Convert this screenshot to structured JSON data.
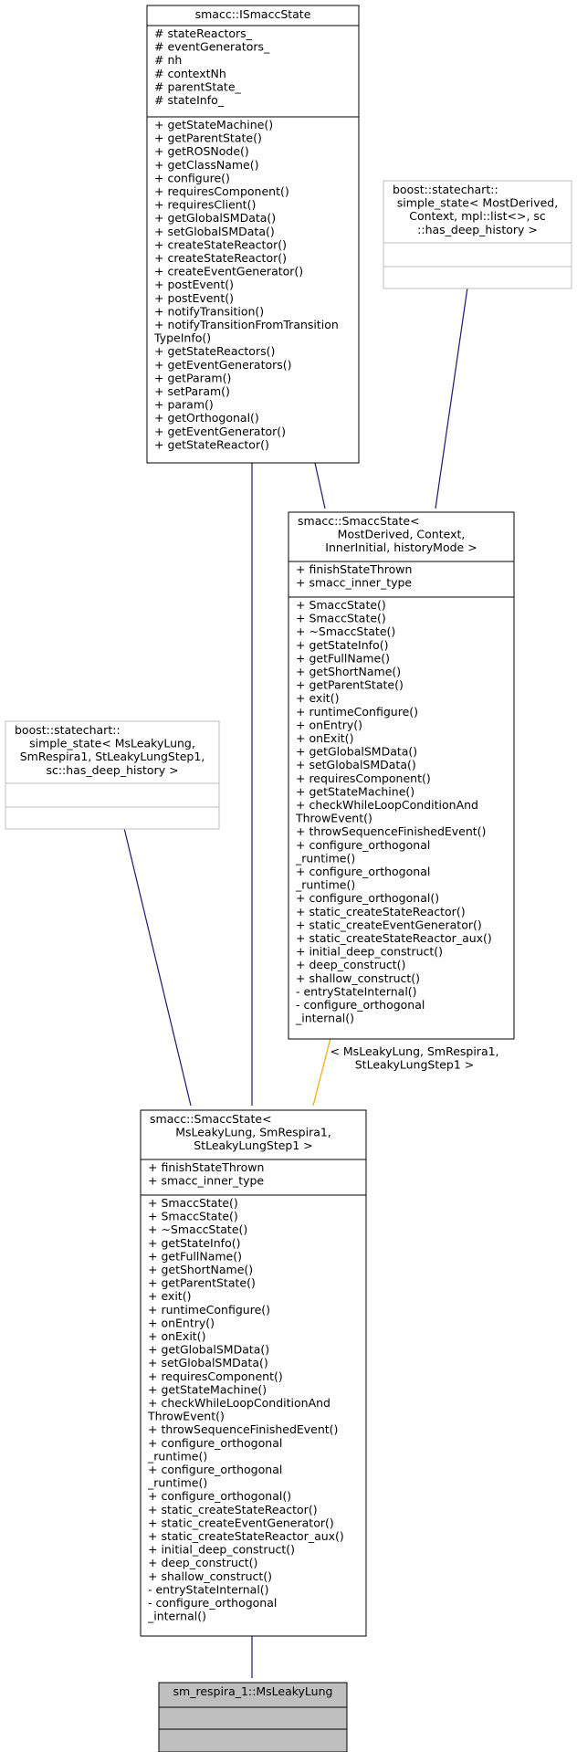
{
  "classes": {
    "ismacc_state": {
      "title": [
        "smacc::ISmaccState"
      ],
      "attributes": [
        "# stateReactors_",
        "# eventGenerators_",
        "# nh",
        "# contextNh",
        "# parentState_",
        "# stateInfo_"
      ],
      "methods": [
        "+ getStateMachine()",
        "+ getParentState()",
        "+ getROSNode()",
        "+ getClassName()",
        "+ configure()",
        "+ requiresComponent()",
        "+ requiresClient()",
        "+ getGlobalSMData()",
        "+ setGlobalSMData()",
        "+ createStateReactor()",
        "+ createStateReactor()",
        "+ createEventGenerator()",
        "+ postEvent()",
        "+ postEvent()",
        "+ notifyTransition()",
        "+ notifyTransitionFromTransition",
        "TypeInfo()",
        "+ getStateReactors()",
        "+ getEventGenerators()",
        "+ getParam()",
        "+ setParam()",
        "+ param()",
        "+ getOrthogonal()",
        "+ getEventGenerator()",
        "+ getStateReactor()"
      ]
    },
    "boost_simple_state_generic": {
      "title": [
        "boost::statechart::",
        "simple_state< MostDerived,",
        "Context, mpl::list<>, sc",
        "::has_deep_history >"
      ],
      "attributes": [],
      "methods": []
    },
    "smacc_state_template": {
      "title": [
        "smacc::SmaccState<",
        "MostDerived, Context,",
        "InnerInitial, historyMode >"
      ],
      "attributes": [
        "+ finishStateThrown",
        "+ smacc_inner_type"
      ],
      "methods": [
        "+ SmaccState()",
        "+ SmaccState()",
        "+ ~SmaccState()",
        "+ getStateInfo()",
        "+ getFullName()",
        "+ getShortName()",
        "+ getParentState()",
        "+ exit()",
        "+ runtimeConfigure()",
        "+ onEntry()",
        "+ onExit()",
        "+ getGlobalSMData()",
        "+ setGlobalSMData()",
        "+ requiresComponent()",
        "+ getStateMachine()",
        "+ checkWhileLoopConditionAnd",
        "ThrowEvent()",
        "+ throwSequenceFinishedEvent()",
        "+ configure_orthogonal",
        "_runtime()",
        "+ configure_orthogonal",
        "_runtime()",
        "+ configure_orthogonal()",
        "+ static_createStateReactor()",
        "+ static_createEventGenerator()",
        "+ static_createStateReactor_aux()",
        "+ initial_deep_construct()",
        "+ deep_construct()",
        "+ shallow_construct()",
        "- entryStateInternal()",
        "- configure_orthogonal",
        "_internal()"
      ]
    },
    "boost_simple_state_leaky": {
      "title": [
        "boost::statechart::",
        "simple_state< MsLeakyLung,",
        "SmRespira1, StLeakyLungStep1,",
        "sc::has_deep_history >"
      ],
      "attributes": [],
      "methods": []
    },
    "smacc_state_leaky": {
      "title": [
        "smacc::SmaccState<",
        "MsLeakyLung, SmRespira1,",
        "StLeakyLungStep1 >"
      ],
      "attributes": [
        "+ finishStateThrown",
        "+ smacc_inner_type"
      ],
      "methods": [
        "+ SmaccState()",
        "+ SmaccState()",
        "+ ~SmaccState()",
        "+ getStateInfo()",
        "+ getFullName()",
        "+ getShortName()",
        "+ getParentState()",
        "+ exit()",
        "+ runtimeConfigure()",
        "+ onEntry()",
        "+ onExit()",
        "+ getGlobalSMData()",
        "+ setGlobalSMData()",
        "+ requiresComponent()",
        "+ getStateMachine()",
        "+ checkWhileLoopConditionAnd",
        "ThrowEvent()",
        "+ throwSequenceFinishedEvent()",
        "+ configure_orthogonal",
        "_runtime()",
        "+ configure_orthogonal",
        "_runtime()",
        "+ configure_orthogonal()",
        "+ static_createStateReactor()",
        "+ static_createEventGenerator()",
        "+ static_createStateReactor_aux()",
        "+ initial_deep_construct()",
        "+ deep_construct()",
        "+ shallow_construct()",
        "- entryStateInternal()",
        "- configure_orthogonal",
        "_internal()"
      ]
    },
    "ms_leaky_lung": {
      "title": [
        "sm_respira_1::MsLeakyLung"
      ],
      "attributes": [],
      "methods": []
    }
  },
  "template_binding_label": [
    "< MsLeakyLung, SmRespira1,",
    "StLeakyLungStep1 >"
  ],
  "colors": {
    "border": "#000000",
    "gray_border": "#bfbfbf",
    "inheritance_edge": "#191970",
    "template_edge": "#ffa500",
    "highlight_fill": "#bfbfbf"
  }
}
